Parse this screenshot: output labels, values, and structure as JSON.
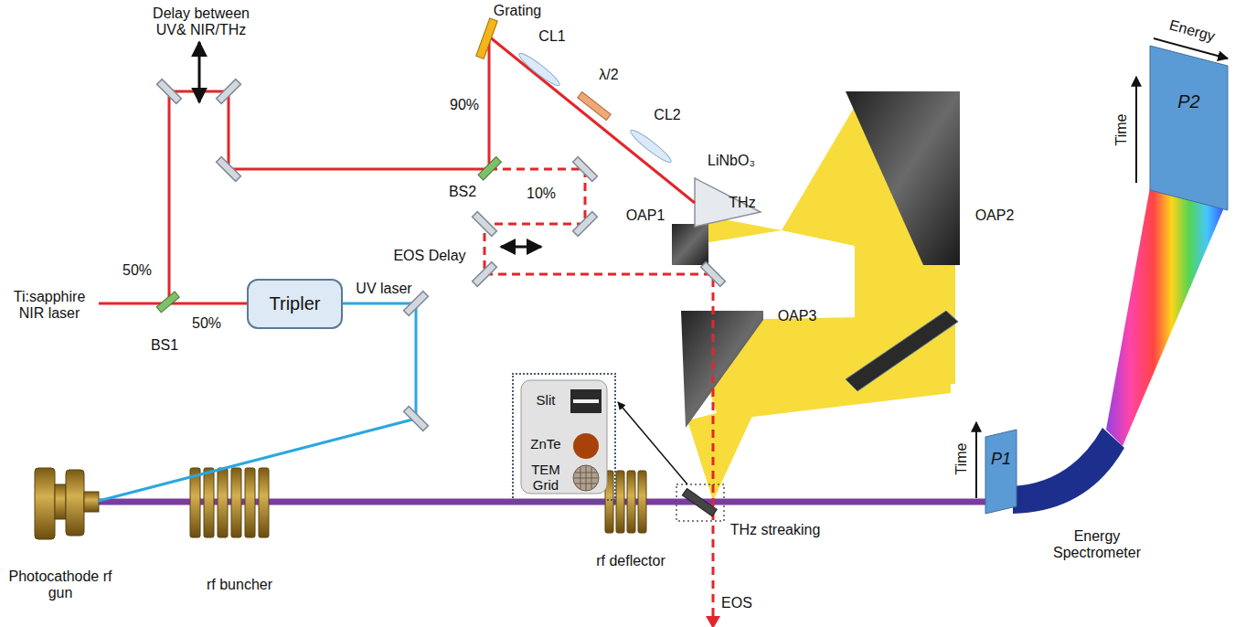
{
  "diagram": {
    "nodes": [
      {
        "text": [
          "Tripler"
        ]
      },
      {
        "text": [
          "Slit",
          "ZnTe",
          "TEM Grid"
        ]
      },
      {
        "text": [
          "P1"
        ]
      },
      {
        "text": [
          "P2"
        ]
      }
    ],
    "labels": [
      "Delay between UV& NIR/THz",
      "Grating",
      "CL1",
      "λ/2",
      "CL2",
      "LiNbO₃",
      "THz",
      "OAP1",
      "OAP2",
      "90%",
      "BS2",
      "10%",
      "EOS Delay",
      "50%",
      "Ti:sapphire NIR laser",
      "50%",
      "BS1",
      "UV laser",
      "OAP3",
      "Energy",
      "Time",
      "Time",
      "Energy Spectrometer",
      "Photocathode rf gun",
      "rf buncher",
      "rf deflector",
      "THz streaking",
      "EOS"
    ]
  }
}
